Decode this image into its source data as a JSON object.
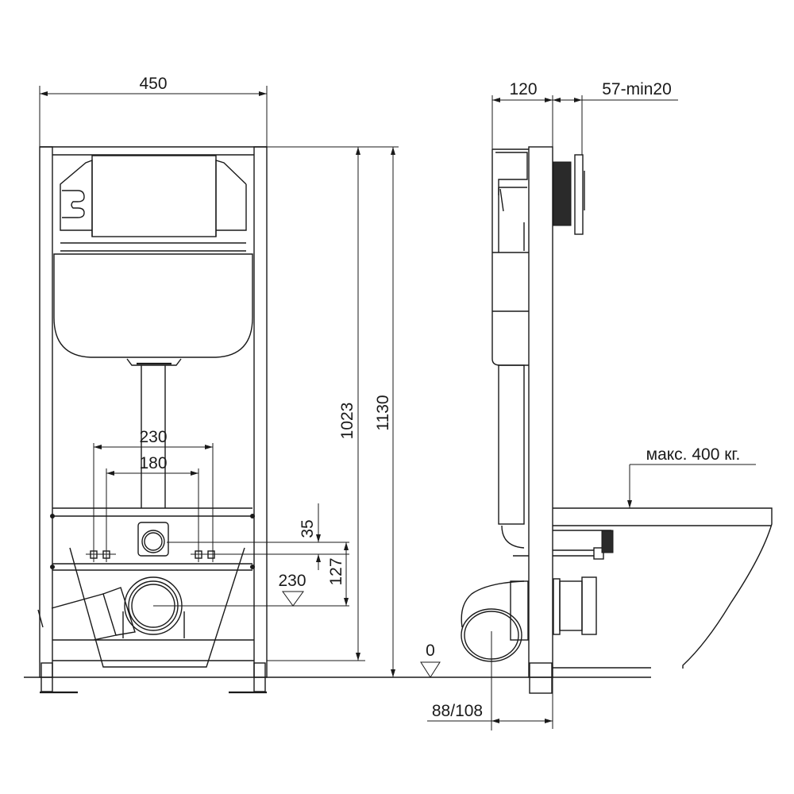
{
  "drawing": {
    "title": "",
    "front_view": {
      "width_label": "450",
      "inlet_spacing_outer_label": "230",
      "inlet_spacing_inner_label": "180",
      "offset_35_label": "35",
      "offset_127_label": "127",
      "drain_height_label": "230",
      "frame_height_label": "1023",
      "total_height_label": "1130"
    },
    "side_view": {
      "depth_label": "120",
      "wall_label": "57-min20",
      "load_label": "макс. 400 кг.",
      "floor_label": "0",
      "drain_offset_label": "88/108"
    },
    "colors": {
      "line": "#1a1a1a",
      "background": "#ffffff",
      "dark_fill": "#2a2a2a"
    }
  }
}
